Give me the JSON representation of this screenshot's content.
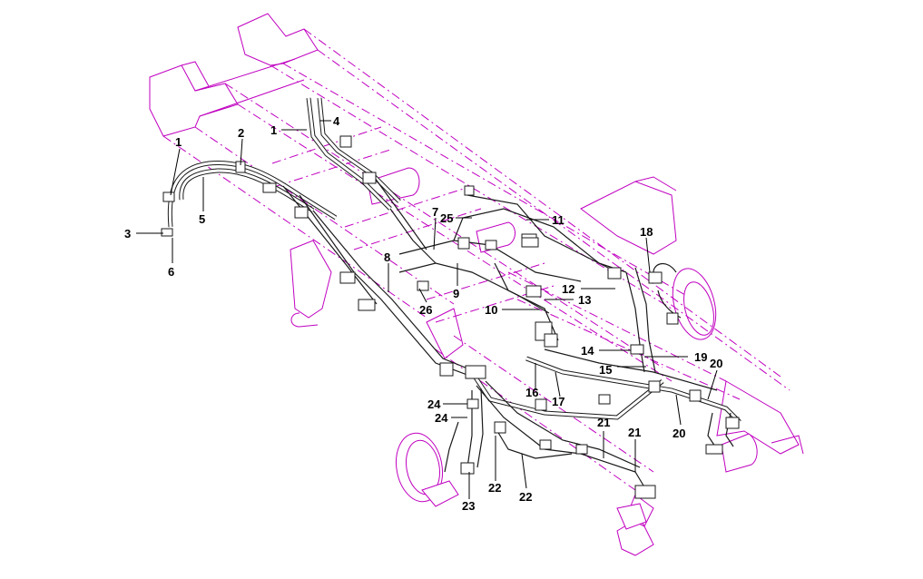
{
  "colors": {
    "frame": "#c000c0",
    "pipe": "#1a1a1a",
    "label": "#000000",
    "background": "#ffffff"
  },
  "callouts": [
    {
      "id": "c1a",
      "text": "1"
    },
    {
      "id": "c4",
      "text": "4"
    },
    {
      "id": "c1b",
      "text": "1"
    },
    {
      "id": "c2",
      "text": "2"
    },
    {
      "id": "c3",
      "text": "3"
    },
    {
      "id": "c5",
      "text": "5"
    },
    {
      "id": "c6",
      "text": "6"
    },
    {
      "id": "c7",
      "text": "7"
    },
    {
      "id": "c25",
      "text": "25"
    },
    {
      "id": "c11",
      "text": "11"
    },
    {
      "id": "c8",
      "text": "8"
    },
    {
      "id": "c9",
      "text": "9"
    },
    {
      "id": "c26",
      "text": "26"
    },
    {
      "id": "c18",
      "text": "18"
    },
    {
      "id": "c12",
      "text": "12"
    },
    {
      "id": "c13",
      "text": "13"
    },
    {
      "id": "c10",
      "text": "10"
    },
    {
      "id": "c14",
      "text": "14"
    },
    {
      "id": "c19",
      "text": "19"
    },
    {
      "id": "c15",
      "text": "15"
    },
    {
      "id": "c20a",
      "text": "20"
    },
    {
      "id": "c16",
      "text": "16"
    },
    {
      "id": "c17",
      "text": "17"
    },
    {
      "id": "c24a",
      "text": "24"
    },
    {
      "id": "c24b",
      "text": "24"
    },
    {
      "id": "c21a",
      "text": "21"
    },
    {
      "id": "c21b",
      "text": "21"
    },
    {
      "id": "c20b",
      "text": "20"
    },
    {
      "id": "c22a",
      "text": "22"
    },
    {
      "id": "c22b",
      "text": "22"
    },
    {
      "id": "c23",
      "text": "23"
    }
  ]
}
